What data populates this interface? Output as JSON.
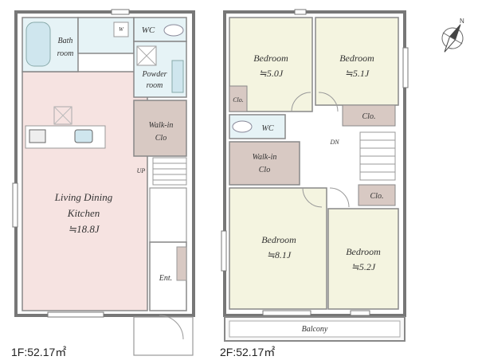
{
  "floor1": {
    "area_label": "1F:52.17㎡",
    "rooms": {
      "bath": [
        "Bath",
        "room"
      ],
      "wc": "WC",
      "washer": "W",
      "powder": [
        "Powder",
        "room"
      ],
      "walkin": [
        "Walk-in",
        "Clo"
      ],
      "ldk": [
        "Living Dining",
        "Kitchen",
        "≒18.8J"
      ],
      "up": "UP",
      "ent": "Ent."
    }
  },
  "floor2": {
    "area_label": "2F:52.17㎡",
    "rooms": {
      "bed_tl": [
        "Bedroom",
        "≒5.0J"
      ],
      "bed_tr": [
        "Bedroom",
        "≒5.1J"
      ],
      "clo_left": "Clo.",
      "clo_right": "Clo.",
      "clo_right2": "Clo.",
      "wc": "WC",
      "dn": "DN",
      "walkin": [
        "Walk-in",
        "Clo"
      ],
      "bed_bl": [
        "Bedroom",
        "≒8.1J"
      ],
      "bed_br": [
        "Bedroom",
        "≒5.2J"
      ],
      "balcony": "Balcony"
    }
  },
  "compass": {
    "label": "N"
  },
  "colors": {
    "ldk": "#f6e3e1",
    "bedroom": "#f4f4e0",
    "wet": "#e6f3f6",
    "closet": "#d8c9c3",
    "hall": "#ffffff",
    "wall": "#777777"
  }
}
